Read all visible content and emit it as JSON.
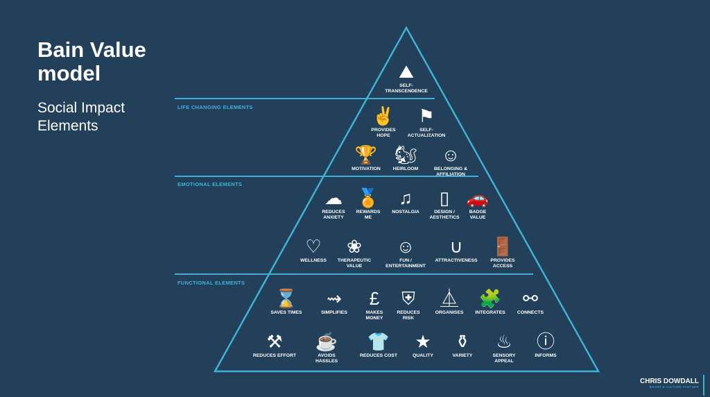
{
  "title": "Bain Value model",
  "subtitle": "Social Impact Elements",
  "colors": {
    "background": "#22405a",
    "accent": "#3fb2d4"
  },
  "sections": {
    "life": "LIFE CHANGING ELEMENTS",
    "emotional": "EMOTIONAL ELEMENTS",
    "functional": "FUNCTIONAL ELEMENTS"
  },
  "elements": [
    {
      "label": "SELF-\nTRANSCENDENCE",
      "icon": "⛰"
    },
    {
      "label": "PROVIDES\nHOPE",
      "icon": "✌"
    },
    {
      "label": "SELF-\nACTUALIZATION",
      "icon": "⚑"
    },
    {
      "label": "MOTIVATION",
      "icon": "🏆"
    },
    {
      "label": "HEIRLOOM",
      "icon": "🐿"
    },
    {
      "label": "BELONGING &\nAFFILIATION",
      "icon": "☺"
    },
    {
      "label": "REDUCES\nANXIETY",
      "icon": "☁"
    },
    {
      "label": "REWARDS\nME",
      "icon": "🏅"
    },
    {
      "label": "NOSTALGIA",
      "icon": "♫"
    },
    {
      "label": "DESIGN /\nAESTHETICS",
      "icon": "▯"
    },
    {
      "label": "BADGE\nVALUE",
      "icon": "🚗"
    },
    {
      "label": "WELLNESS",
      "icon": "♡"
    },
    {
      "label": "THERAPEUTIC\nVALUE",
      "icon": "❀"
    },
    {
      "label": "FUN /\nENTERTAINMENT",
      "icon": "☺"
    },
    {
      "label": "ATTRACTIVENESS",
      "icon": "∪"
    },
    {
      "label": "PROVIDES\nACCESS",
      "icon": "🚪"
    },
    {
      "label": "SAVES TIMES",
      "icon": "⌛"
    },
    {
      "label": "SIMPLIFIES",
      "icon": "⇝"
    },
    {
      "label": "MAKES\nMONEY",
      "icon": "£"
    },
    {
      "label": "REDUCES\nRISK",
      "icon": "⛨"
    },
    {
      "label": "ORGANISES",
      "icon": "⏅"
    },
    {
      "label": "INTEGRATES",
      "icon": "🧩"
    },
    {
      "label": "CONNECTS",
      "icon": "⚯"
    },
    {
      "label": "REDUCES EFFORT",
      "icon": "⚒"
    },
    {
      "label": "AVOIDS\nHASSLES",
      "icon": "☕"
    },
    {
      "label": "REDUCES COST",
      "icon": "👕"
    },
    {
      "label": "QUALITY",
      "icon": "★"
    },
    {
      "label": "VARIETY",
      "icon": "⚱"
    },
    {
      "label": "SENSORY\nAPPEAL",
      "icon": "♨"
    },
    {
      "label": "INFORMS",
      "icon": "ⓘ"
    }
  ],
  "brand": {
    "name": "CHRIS DOWDALL",
    "tagline": "BRAND & CULTURE PARTNER"
  }
}
